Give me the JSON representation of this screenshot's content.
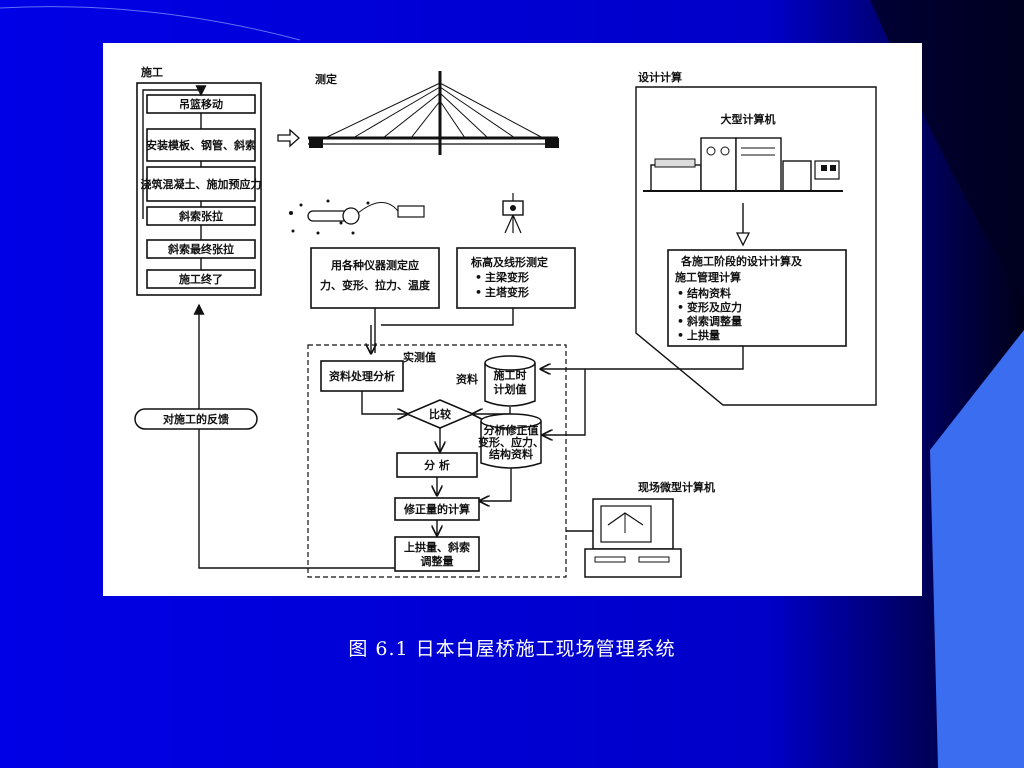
{
  "background": {
    "primary": "#0000e6",
    "dark": "#000014",
    "accent": "#3a6df0"
  },
  "diagram": {
    "left": {
      "header": "施工",
      "steps": [
        "吊篮移动",
        "安装模板、钢管、斜索",
        "浇筑混凝土、施加预应力",
        "斜索张拉"
      ],
      "after_steps": [
        "斜索最终张拉",
        "施工终了"
      ]
    },
    "measure_header": "测定",
    "design_header": "设计计算",
    "big_computer": "大型计算机",
    "measure_box1": [
      "用各种仪器测定应",
      "力、变形、拉力、温度"
    ],
    "measure_box2": {
      "title": "标高及线形测定",
      "items": [
        "主梁变形",
        "主塔变形"
      ]
    },
    "design_box": {
      "title": [
        "各施工阶段的设计计算及",
        "施工管理计算"
      ],
      "items": [
        "结构资料",
        "变形及应力",
        "斜索调整量",
        "上拱量"
      ]
    },
    "analysis": {
      "measured_label": "实测值",
      "data_processing": "资料处理分析",
      "data_label": "资料",
      "plan_value": [
        "施工时",
        "计划值"
      ],
      "compare": "比较",
      "corrected_values": [
        "分析修正值",
        "变形、应力、",
        "结构资料"
      ],
      "analysis": "分 析",
      "correction_calc": "修正量的计算",
      "adjustment": [
        "上拱量、斜索",
        "调整量"
      ]
    },
    "feedback": "对施工的反馈",
    "site_computer": "现场微型计算机"
  },
  "caption": "图 6.1 日本白屋桥施工现场管理系统"
}
